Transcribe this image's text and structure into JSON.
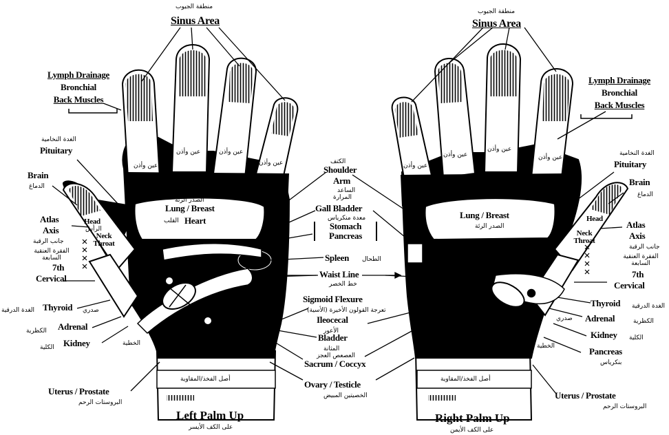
{
  "left_hand": {
    "title": "Left Palm Up",
    "title_ar": "على الكف الأيسر",
    "sinus_ar": "منطقة الجيوب",
    "sinus": "Sinus Area",
    "lymph_lines": [
      "Lymph Drainage",
      "Bronchial",
      "Back Muscles"
    ],
    "lymph_ar": "الغدة النخامية",
    "pituitary": "Pituitary",
    "brain": "Brain",
    "brain_ar": "الدماغ",
    "atlas": "Atlas",
    "axis": "Axis",
    "atlas_ar": "جانب الرقبة",
    "vert_ar": "الفقرة العنقية السابعة",
    "cervical_lines": [
      "7th",
      "Cervical"
    ],
    "thyroid": "Thyroid",
    "thyroid_ar": "الغدة الدرقية",
    "chest_ar": "صدري",
    "adrenal": "Adrenal",
    "adrenal_ar": "الكظرية",
    "kidney": "Kidney",
    "kidney_ar": "الكلية",
    "spine_ar": "الخطية",
    "uterus": "Uterus / Prostate",
    "uterus_ar": "البروستات الرحم",
    "eyes_ear_ar": "عين وأذن",
    "lung": "Lung / Breast",
    "lung_ar": "الصدر  الرئة",
    "heart": "Heart",
    "heart_ar": "القلب",
    "head": "Head",
    "head_ar": "الرأس",
    "neck_throat": "Neck Throat",
    "wrist_ar": "أصل الفخذ/المقاوية"
  },
  "center": {
    "shoulder_ar": "الكتف",
    "shoulder": "Shoulder",
    "arm": "Arm",
    "arm_ar": "الساعد",
    "liver_ar": "المرارة",
    "gall": "Gall Bladder",
    "gall_ar": "معدة منكرياس",
    "stomach_lines": [
      "Stomach",
      "Pancreas"
    ],
    "spleen": "Spleen",
    "spleen_ar": "الطحال",
    "waist": "Waist Line",
    "waist_ar": "خط الخصر",
    "sigmoid": "Sigmoid Flexure",
    "sigmoid_ar": "تعرجة القولون الأخيرة (الأسية)",
    "ileocecal": "Ileocecal",
    "ileocecal_ar": "الأعور",
    "bladder": "Bladder",
    "bladder_ar": "المثانة",
    "sacrum_ar": "العصعص  العجز",
    "sacrum": "Sacrum / Coccyx",
    "ovary": "Ovary / Testicle",
    "ovary_ar": "الخصيتين  المبيض"
  },
  "right_hand": {
    "title": "Right Palm Up",
    "title_ar": "على الكف الأيمن",
    "sinus_ar": "منطقة الجيوب",
    "sinus": "Sinus Area",
    "lymph_lines": [
      "Lymph Drainage",
      "Bronchial",
      "Back Muscles"
    ],
    "lymph_ar": "الغدة النخامية",
    "pituitary": "Pituitary",
    "brain": "Brain",
    "brain_ar": "الدماغ",
    "atlas": "Atlas",
    "axis": "Axis",
    "atlas_ar": "جانب الرقبة",
    "vert_ar": "الفقرة العنقية السابعة",
    "cervical_lines": [
      "7th",
      "Cervical"
    ],
    "thyroid": "Thyroid",
    "thyroid_ar": "الغدة الدرقية",
    "chest_ar": "صدري",
    "adrenal": "Adrenal",
    "adrenal_ar": "الكظرية",
    "kidney": "Kidney",
    "kidney_ar": "الكلية",
    "pancreas": "Pancreas",
    "pancreas_ar": "بنكرياس",
    "spine_ar": "الخطية",
    "uterus": "Uterus / Prostate",
    "uterus_ar": "البروستات الرحم",
    "eyes_ear_ar": "عين وأذن",
    "lung": "Lung / Breast",
    "lung_ar": "الصدر  الرئة",
    "head": "Head",
    "neck_throat": "Neck Throat",
    "wrist_ar": "أصل الفخذ/المقاوية"
  }
}
